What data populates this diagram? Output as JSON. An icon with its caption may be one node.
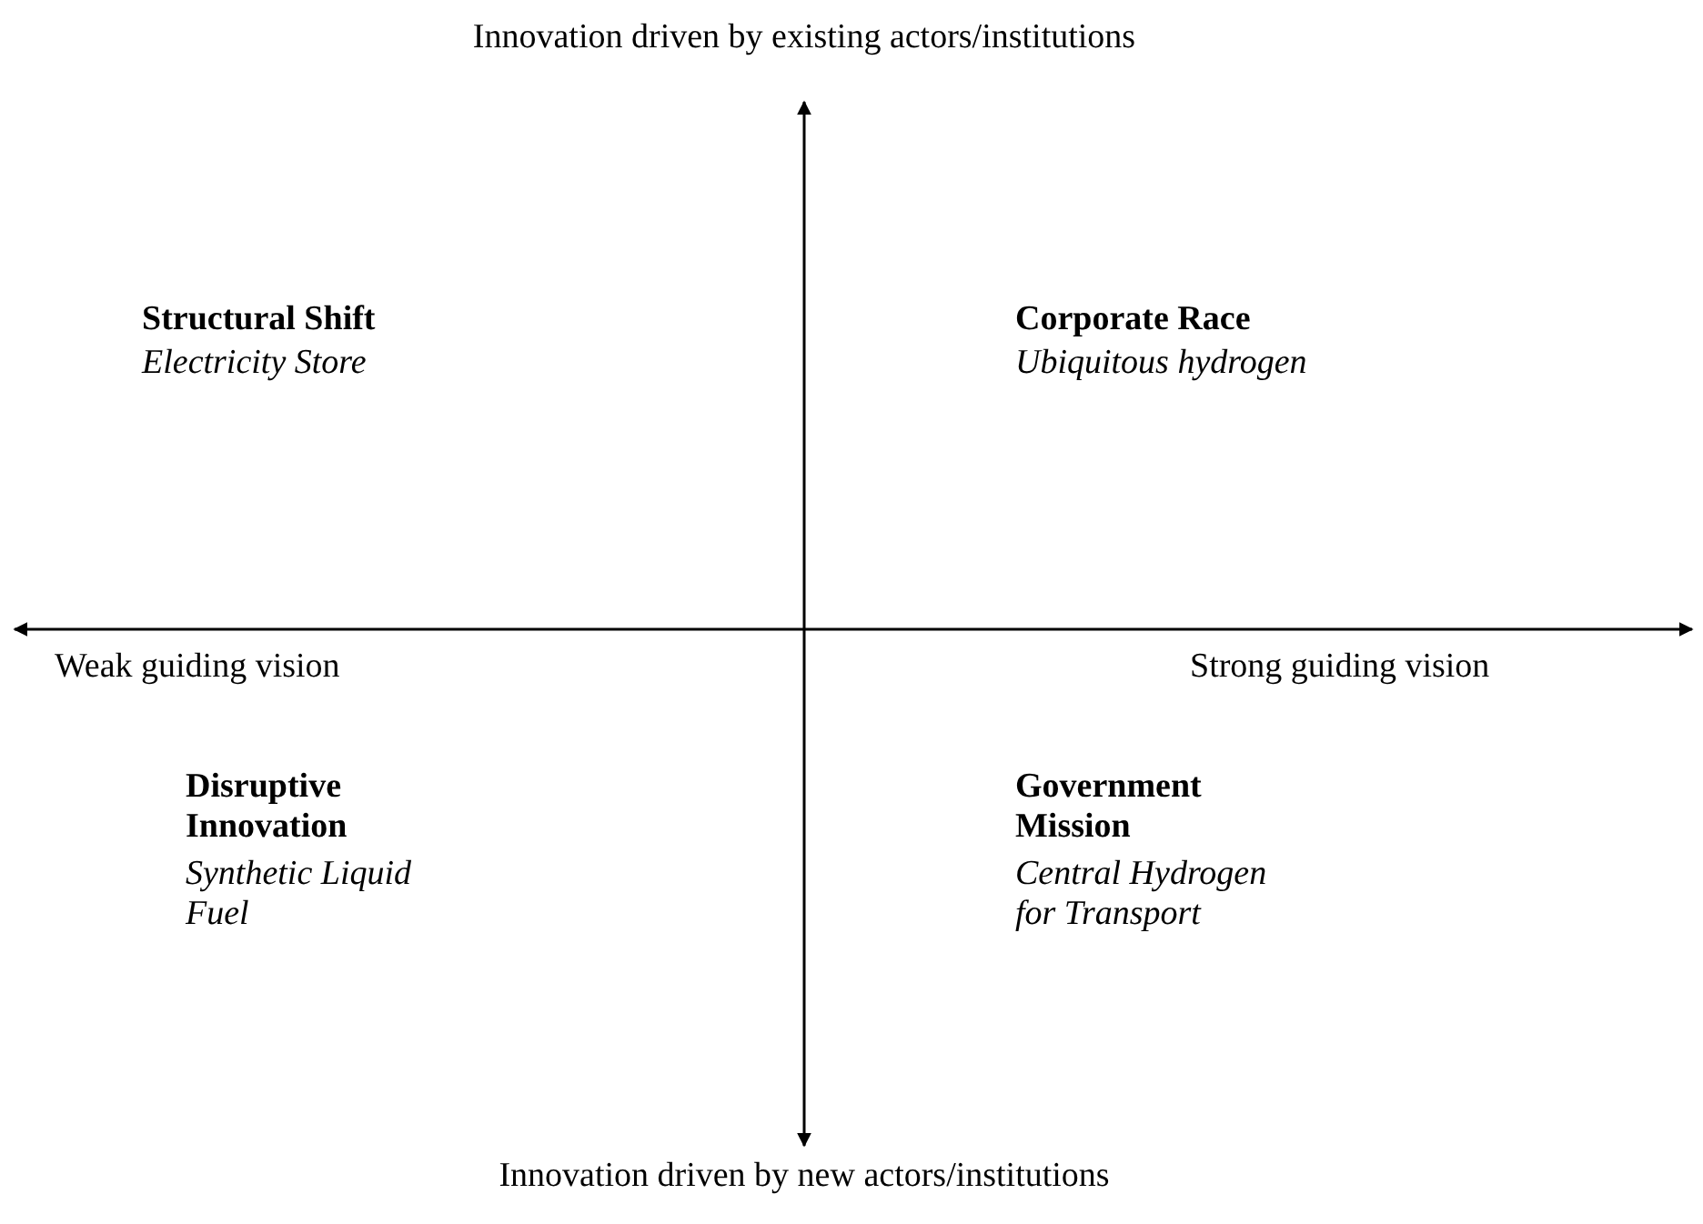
{
  "diagram": {
    "labels": [
      "Innovation driven by existing actors/institutions",
      "Structural Shift",
      "Electricity Store",
      "Corporate Race",
      "Ubiquitous hydrogen",
      "Weak guiding vision",
      "Strong guiding vision",
      "Disruptive Innovation",
      "Synthetic Liquid Fuel",
      "Government Mission",
      "Central Hydrogen for Transport",
      "Innovation driven by new actors/institutions"
    ]
  }
}
